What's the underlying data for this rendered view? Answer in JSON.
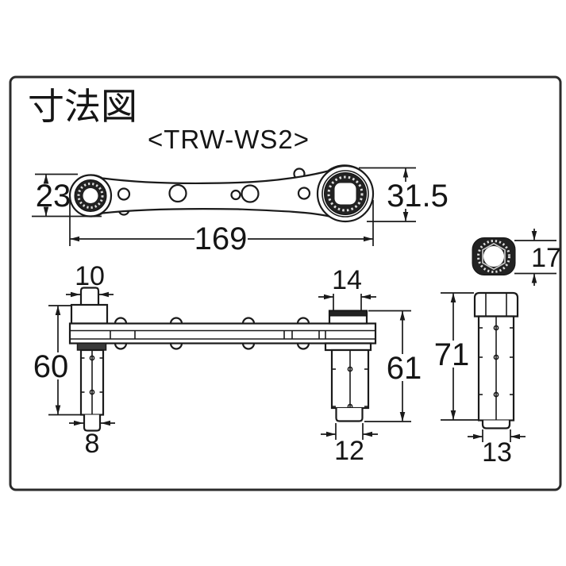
{
  "title": "寸法図",
  "model": "<TRW-WS2>",
  "colors": {
    "line": "#1a1a1a",
    "dark_fill": "#222222",
    "border": "#2b2b2b",
    "background": "#ffffff"
  },
  "views": {
    "top_view": {
      "label": "wrench-plan-view",
      "dims": {
        "left_head_width": "23",
        "right_head_width": "31.5",
        "overall_length": "169"
      }
    },
    "nut_detail": {
      "label": "socket-end-view",
      "dims": {
        "across_flats": "17"
      }
    },
    "front_view": {
      "label": "wrench-elevation-view",
      "dims": {
        "left_drive_width": "10",
        "left_drop_height": "60",
        "left_bit_width": "8",
        "right_drive_width": "14",
        "right_drop_height": "61",
        "right_bit_width": "12"
      }
    },
    "adapter_side": {
      "label": "bit-adapter-side-view",
      "dims": {
        "length": "71",
        "width": "13"
      }
    }
  }
}
